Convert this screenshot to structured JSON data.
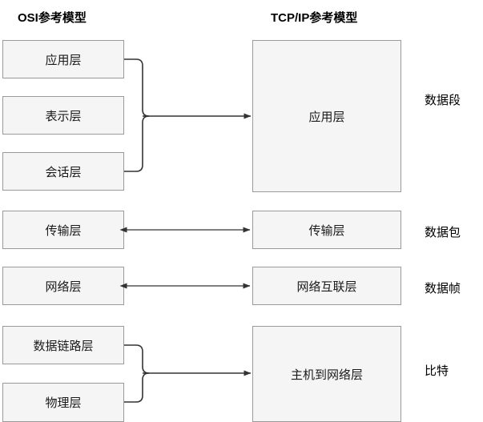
{
  "diagram": {
    "title_left": "OSI参考模型",
    "title_right": "TCP/IP参考模型",
    "osi_layers": [
      {
        "id": "osi-app",
        "label": "应用层"
      },
      {
        "id": "osi-present",
        "label": "表示层"
      },
      {
        "id": "osi-session",
        "label": "会话层"
      },
      {
        "id": "osi-transport",
        "label": "传输层"
      },
      {
        "id": "osi-network",
        "label": "网络层"
      },
      {
        "id": "osi-datalink",
        "label": "数据链路层"
      },
      {
        "id": "osi-physical",
        "label": "物理层"
      }
    ],
    "tcpip_layers": [
      {
        "id": "tcp-app",
        "label": "应用层"
      },
      {
        "id": "tcp-transport",
        "label": "传输层"
      },
      {
        "id": "tcp-internet",
        "label": "网络互联层"
      },
      {
        "id": "tcp-host",
        "label": "主机到网络层"
      }
    ],
    "pdu_labels": [
      {
        "id": "pdu-segment",
        "label": "数据段"
      },
      {
        "id": "pdu-packet",
        "label": "数据包"
      },
      {
        "id": "pdu-frame",
        "label": "数据帧"
      },
      {
        "id": "pdu-bit",
        "label": "比特"
      }
    ],
    "connectors": [
      {
        "name": "merge-arrow-application",
        "kind": "merge",
        "from": [
          "应用层",
          "会话层"
        ],
        "to": "应用层"
      },
      {
        "name": "double-arrow-transport",
        "kind": "bidirectional",
        "from": [
          "传输层"
        ],
        "to": "传输层"
      },
      {
        "name": "double-arrow-network",
        "kind": "bidirectional",
        "from": [
          "网络层"
        ],
        "to": "网络互联层"
      },
      {
        "name": "merge-arrow-host",
        "kind": "merge",
        "from": [
          "数据链路层",
          "物理层"
        ],
        "to": "主机到网络层"
      }
    ],
    "colors": {
      "box_fill": "#f5f5f5",
      "box_border": "#9a9a9a",
      "text": "#1a1a1a",
      "connector": "#4d4d4d",
      "background": "#ffffff"
    }
  }
}
